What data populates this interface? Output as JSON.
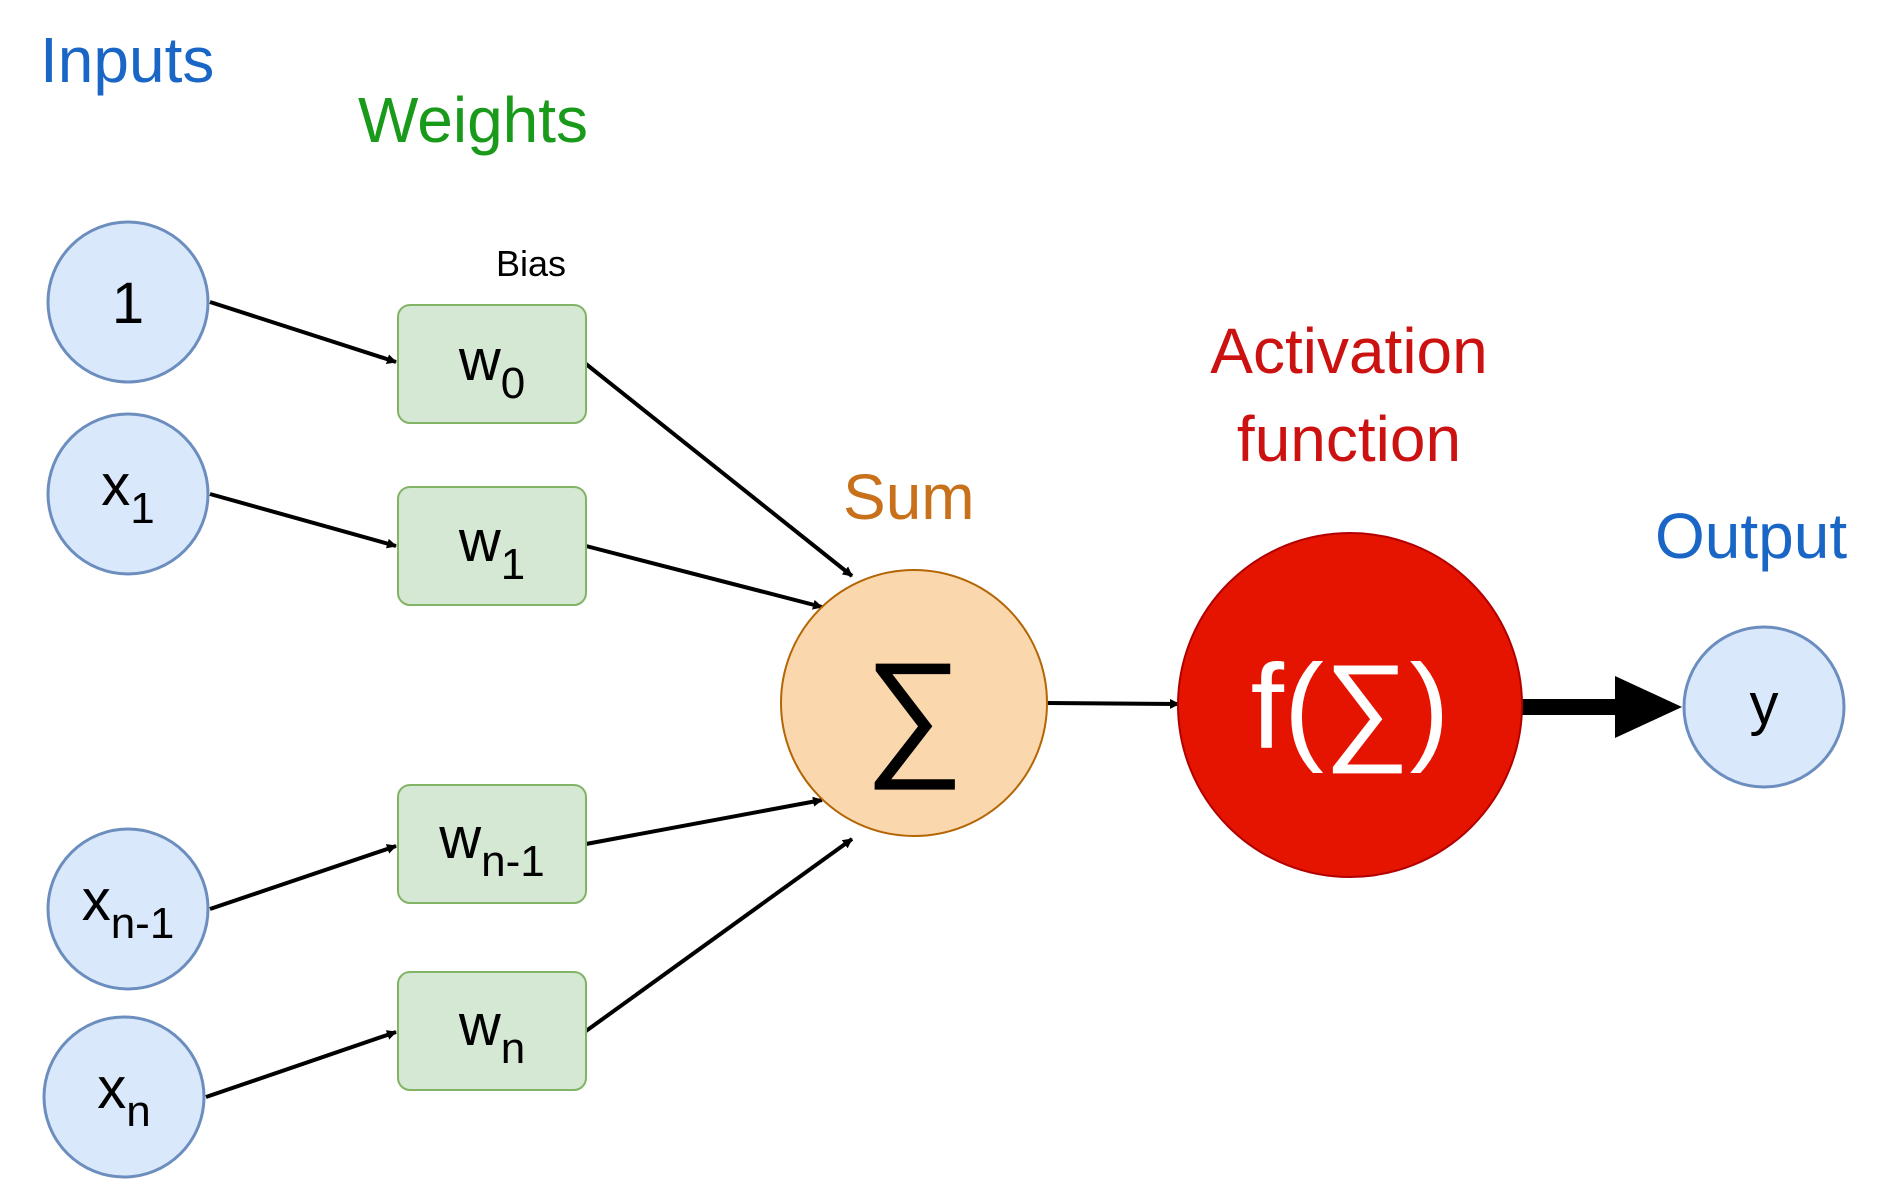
{
  "headings": {
    "inputs": "Inputs",
    "weights": "Weights",
    "bias": "Bias",
    "sum": "Sum",
    "activation_line1": "Activation",
    "activation_line2": "function",
    "output": "Output"
  },
  "inputs": [
    {
      "base": "1",
      "sub": ""
    },
    {
      "base": "x",
      "sub": "1"
    },
    {
      "base": "x",
      "sub": "n-1"
    },
    {
      "base": "x",
      "sub": "n"
    }
  ],
  "weights": [
    {
      "base": "w",
      "sub": "0"
    },
    {
      "base": "w",
      "sub": "1"
    },
    {
      "base": "w",
      "sub": "n-1"
    },
    {
      "base": "w",
      "sub": "n"
    }
  ],
  "sum_symbol": "∑",
  "activation_symbol": "f(∑)",
  "output_symbol": "y",
  "colors": {
    "inputs_text": "#1a66c6",
    "weights_text": "#1a9a1a",
    "sum_text": "#c8701a",
    "activation_text": "#cc1111",
    "output_text": "#1a66c6",
    "input_fill": "#dae8fc",
    "input_stroke": "#6c8ebf",
    "weight_fill": "#d5e8d4",
    "weight_stroke": "#82b366",
    "sum_fill": "#fad7ac",
    "sum_stroke": "#b46504",
    "activation_fill": "#e51400",
    "activation_stroke": "#b20000"
  }
}
